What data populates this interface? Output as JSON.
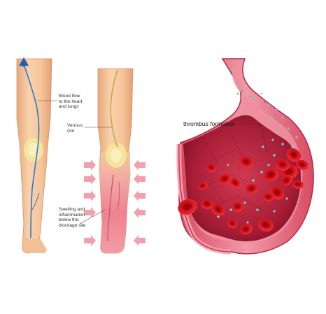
{
  "labels": {
    "blood_flow": "Blood flow\nto the heart\nand lungs",
    "venous_clot": "Venous\nclot",
    "swelling": "Swelling and\ninflammation\nbelow the\nblockage site",
    "thrombus": "thrombus formation"
  },
  "colors": {
    "skin": "#f6c9a0",
    "skin_shadow": "#e8a978",
    "inflamed": "#ef7f8f",
    "vein_blue": "#2f78c9",
    "knee_bone": "#f5e79a",
    "arrow_pink": "#f2a0ae",
    "vessel_outer": "#c8354a",
    "vessel_inner": "#e97a8c",
    "red_cell": "#d8141e",
    "platelet": "#7fc7c0"
  },
  "icons": [
    "up-arrow-icon",
    "compression-arrow-icon"
  ]
}
